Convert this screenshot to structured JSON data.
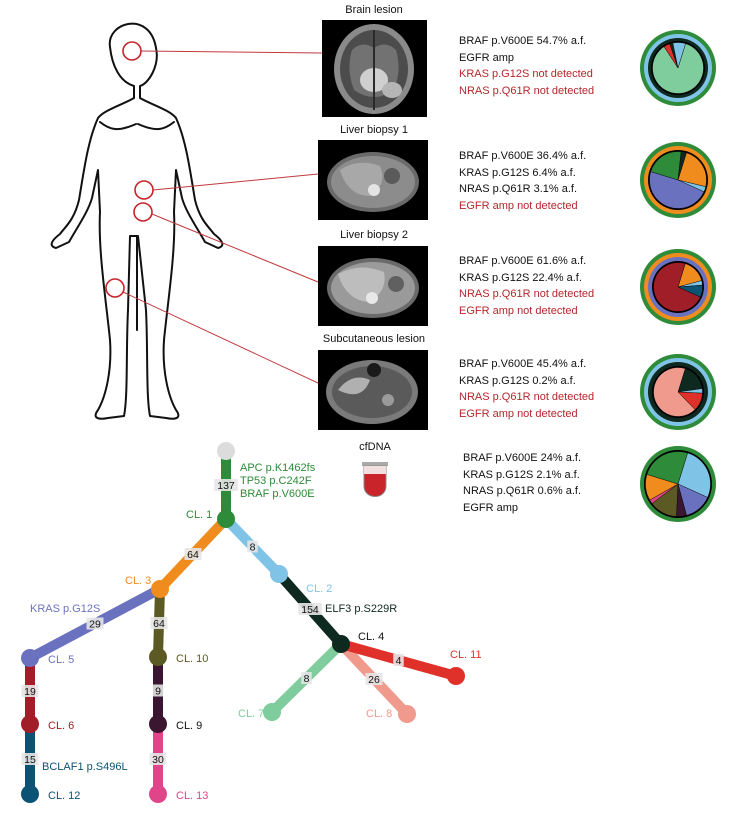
{
  "samples": [
    {
      "title": "Brain lesion",
      "mutations": [
        {
          "text": "BRAF p.V600E 54.7% a.f.",
          "detected": true
        },
        {
          "text": "EGFR amp",
          "detected": true
        },
        {
          "text": "KRAS p.G12S not detected",
          "detected": false
        },
        {
          "text": "NRAS p.Q61R not detected",
          "detected": false
        }
      ]
    },
    {
      "title": "Liver biopsy 1",
      "mutations": [
        {
          "text": "BRAF p.V600E 36.4% a.f.",
          "detected": true
        },
        {
          "text": "KRAS p.G12S 6.4% a.f.",
          "detected": true
        },
        {
          "text": "NRAS p.Q61R 3.1% a.f.",
          "detected": true
        },
        {
          "text": "EGFR amp not detected",
          "detected": false
        }
      ]
    },
    {
      "title": "Liver biopsy 2",
      "mutations": [
        {
          "text": "BRAF p.V600E 61.6% a.f.",
          "detected": true
        },
        {
          "text": "KRAS p.G12S 22.4% a.f.",
          "detected": true
        },
        {
          "text": "NRAS p.Q61R not detected",
          "detected": false
        },
        {
          "text": "EGFR amp not detected",
          "detected": false
        }
      ]
    },
    {
      "title": "Subcutaneous lesion",
      "mutations": [
        {
          "text": "BRAF p.V600E 45.4% a.f.",
          "detected": true
        },
        {
          "text": "KRAS p.G12S 0.2% a.f.",
          "detected": true
        },
        {
          "text": "NRAS p.Q61R not detected",
          "detected": false
        },
        {
          "text": "EGFR amp not detected",
          "detected": false
        }
      ]
    },
    {
      "title": "cfDNA",
      "mutations": [
        {
          "text": "BRAF p.V600E 24% a.f.",
          "detected": true
        },
        {
          "text": "KRAS p.G12S 2.1% a.f.",
          "detected": true
        },
        {
          "text": "NRAS p.Q61R 0.6% a.f.",
          "detected": true
        },
        {
          "text": "EGFR amp",
          "detected": true
        }
      ]
    }
  ],
  "tree": {
    "nodes": [
      {
        "id": "root",
        "label": "",
        "color": "#dcdcdc"
      },
      {
        "id": "cl1",
        "label": "CL. 1",
        "color": "#2e8b3a"
      },
      {
        "id": "cl2",
        "label": "CL. 2",
        "color": "#7fc4e6"
      },
      {
        "id": "cl3",
        "label": "CL. 3",
        "color": "#f08c1e"
      },
      {
        "id": "cl4",
        "label": "CL. 4",
        "color": "#0e2a20"
      },
      {
        "id": "cl5",
        "label": "CL. 5",
        "color": "#6a72c0"
      },
      {
        "id": "cl6",
        "label": "CL. 6",
        "color": "#a01e28"
      },
      {
        "id": "cl7",
        "label": "CL. 7",
        "color": "#7fcc9c"
      },
      {
        "id": "cl8",
        "label": "CL. 8",
        "color": "#f09a8e"
      },
      {
        "id": "cl9",
        "label": "CL. 9",
        "color": "#3a1630"
      },
      {
        "id": "cl10",
        "label": "CL. 10",
        "color": "#5c5a24"
      },
      {
        "id": "cl11",
        "label": "CL. 11",
        "color": "#e0302a"
      },
      {
        "id": "cl12",
        "label": "CL. 12",
        "color": "#0c5274"
      },
      {
        "id": "cl13",
        "label": "CL. 13",
        "color": "#e0458a"
      }
    ],
    "edges": [
      {
        "from": "root",
        "to": "cl1",
        "count": "137",
        "mutation": "APC p.K1462fs\nTP53 p.C242F\nBRAF p.V600E"
      },
      {
        "from": "cl1",
        "to": "cl3",
        "count": "64",
        "mutation": ""
      },
      {
        "from": "cl1",
        "to": "cl2",
        "count": "8",
        "mutation": ""
      },
      {
        "from": "cl2",
        "to": "cl4",
        "count": "154",
        "mutation": "ELF3 p.S229R"
      },
      {
        "from": "cl3",
        "to": "cl5",
        "count": "29",
        "mutation": "KRAS p.G12S"
      },
      {
        "from": "cl3",
        "to": "cl10",
        "count": "64",
        "mutation": ""
      },
      {
        "from": "cl10",
        "to": "cl9",
        "count": "9",
        "mutation": ""
      },
      {
        "from": "cl9",
        "to": "cl13",
        "count": "30",
        "mutation": ""
      },
      {
        "from": "cl5",
        "to": "cl6",
        "count": "19",
        "mutation": ""
      },
      {
        "from": "cl6",
        "to": "cl12",
        "count": "15",
        "mutation": "BCLAF1 p.S496L"
      },
      {
        "from": "cl4",
        "to": "cl7",
        "count": "8",
        "mutation": ""
      },
      {
        "from": "cl4",
        "to": "cl8",
        "count": "26",
        "mutation": ""
      },
      {
        "from": "cl4",
        "to": "cl11",
        "count": "4",
        "mutation": ""
      }
    ]
  },
  "pies": [
    {
      "sample": "Brain lesion",
      "ring": [
        "#2e8b3a",
        "#7fc4e6"
      ],
      "inner": [
        "#0e2a20"
      ],
      "slices": [
        {
          "clone": "CL. 7",
          "color": "#7fcc9c",
          "frac": 0.86
        },
        {
          "clone": "CL. 11",
          "color": "#e0302a",
          "frac": 0.04
        },
        {
          "clone": "CL. 4",
          "color": "#0e2a20",
          "frac": 0.02
        },
        {
          "clone": "CL. 2",
          "color": "#7fc4e6",
          "frac": 0.08
        }
      ]
    },
    {
      "sample": "Liver biopsy 1",
      "ring": [
        "#2e8b3a",
        "#f08c1e"
      ],
      "inner": [],
      "slices": [
        {
          "clone": "CL. 3",
          "color": "#f08c1e",
          "frac": 0.24
        },
        {
          "clone": "CL. 2",
          "color": "#7fc4e6",
          "frac": 0.03
        },
        {
          "clone": "CL. 5",
          "color": "#6a72c0",
          "frac": 0.48
        },
        {
          "clone": "CL. 1",
          "color": "#2e8b3a",
          "frac": 0.22
        },
        {
          "clone": "CL. 4",
          "color": "#0e2a20",
          "frac": 0.03
        }
      ]
    },
    {
      "sample": "Liver biopsy 2",
      "ring": [
        "#2e8b3a",
        "#f08c1e",
        "#6a72c0"
      ],
      "inner": [],
      "slices": [
        {
          "clone": "CL. 3",
          "color": "#f08c1e",
          "frac": 0.16
        },
        {
          "clone": "CL. 2",
          "color": "#7fc4e6",
          "frac": 0.03
        },
        {
          "clone": "CL. 12",
          "color": "#0c5274",
          "frac": 0.08
        },
        {
          "clone": "CL. 6",
          "color": "#a01e28",
          "frac": 0.73
        }
      ]
    },
    {
      "sample": "Subcutaneous lesion",
      "ring": [
        "#2e8b3a",
        "#7fc4e6",
        "#0e2a20"
      ],
      "inner": [],
      "slices": [
        {
          "clone": "CL. 4",
          "color": "#0e2a20",
          "frac": 0.18
        },
        {
          "clone": "CL. 2",
          "color": "#7fc4e6",
          "frac": 0.03
        },
        {
          "clone": "CL. 11",
          "color": "#e0302a",
          "frac": 0.12
        },
        {
          "clone": "CL. 8",
          "color": "#f09a8e",
          "frac": 0.67
        }
      ]
    },
    {
      "sample": "cfDNA",
      "ring": [
        "#2e8b3a"
      ],
      "inner": [],
      "slices": [
        {
          "clone": "CL. 2",
          "color": "#7fc4e6",
          "frac": 0.27
        },
        {
          "clone": "CL. 5",
          "color": "#6a72c0",
          "frac": 0.14
        },
        {
          "clone": "CL. 9",
          "color": "#3a1630",
          "frac": 0.05
        },
        {
          "clone": "CL. 10",
          "color": "#5c5a24",
          "frac": 0.14
        },
        {
          "clone": "CL. 13",
          "color": "#e0458a",
          "frac": 0.02
        },
        {
          "clone": "CL. 3",
          "color": "#f08c1e",
          "frac": 0.13
        },
        {
          "clone": "CL. 1",
          "color": "#2e8b3a",
          "frac": 0.25
        }
      ]
    }
  ],
  "colors": {
    "negative_text": "#b5262b",
    "marker": "#c8242a",
    "connector": "#c0393d"
  }
}
